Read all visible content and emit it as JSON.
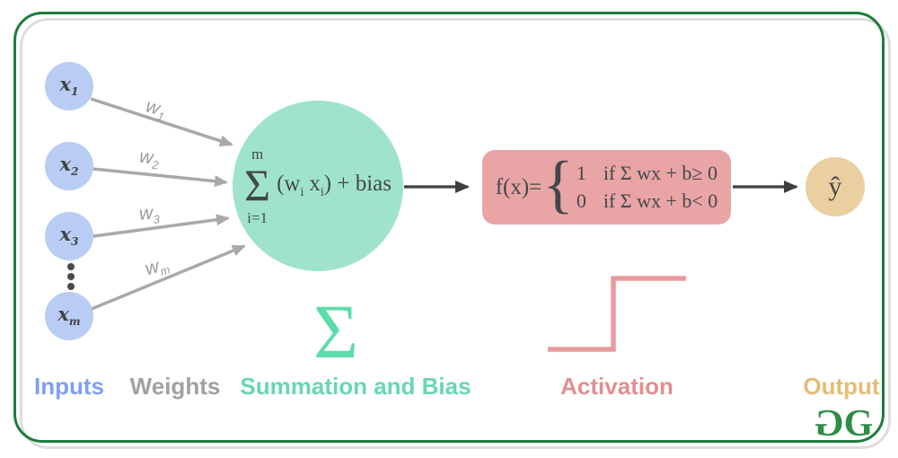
{
  "diagram": {
    "inputs": [
      {
        "base": "x",
        "sub": "1"
      },
      {
        "base": "x",
        "sub": "2"
      },
      {
        "base": "x",
        "sub": "3"
      },
      {
        "base": "x",
        "sub": "m"
      }
    ],
    "weights": [
      {
        "base": "w",
        "sub": "1"
      },
      {
        "base": "w",
        "sub": "2"
      },
      {
        "base": "w",
        "sub": "3"
      },
      {
        "base": "w",
        "sub": "m"
      }
    ],
    "summation": {
      "upper_limit": "m",
      "sigma": "Σ",
      "lower_limit": "i=1",
      "expr_p1": "(w",
      "expr_sub1": "i",
      "expr_p2": "x",
      "expr_sub2": "i",
      "expr_p3": ") + bias"
    },
    "activation": {
      "fx": "f(x)=",
      "brace": "{",
      "rows": [
        {
          "value": "1",
          "condition": "if Σ wx + b≥ 0"
        },
        {
          "value": "0",
          "condition": "if Σ wx + b< 0"
        }
      ]
    },
    "output_label": "ŷ",
    "big_sigma": "Σ"
  },
  "stage_labels": [
    {
      "label": "Inputs",
      "color": "#7f9ff0"
    },
    {
      "label": "Weights",
      "color": "#a1a1a1"
    },
    {
      "label": "Summation and Bias",
      "color": "#68d7ae"
    },
    {
      "label": "Activation",
      "color": "#e18f91"
    },
    {
      "label": "Output",
      "color": "#e4bd75"
    }
  ],
  "brand": {
    "letters": [
      "G",
      "G"
    ],
    "color": "#2f8d46"
  },
  "colors": {
    "input_node": "#b9cdf4",
    "summation_node": "#9fe4ca",
    "activation_box": "#e9a4a6",
    "output_node": "#eacfa0",
    "arrow_gray": "#a9a9a9",
    "arrow_dark": "#3f3f3f",
    "step_line": "#e89b9d",
    "frame_green": "#1e7d3c"
  }
}
